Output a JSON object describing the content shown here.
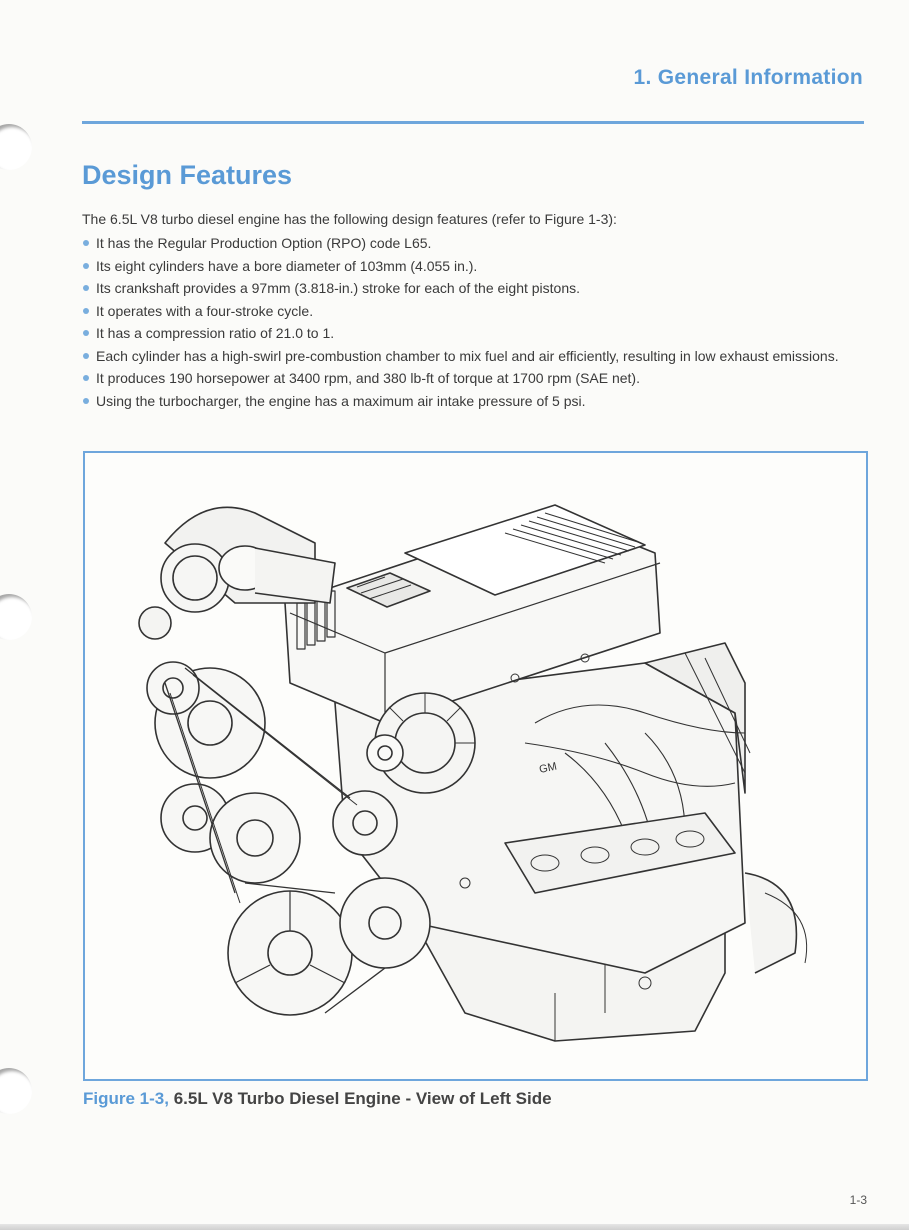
{
  "header": {
    "section": "1. General Information"
  },
  "page_title": "Design Features",
  "intro": "The 6.5L V8 turbo diesel engine has the following design features (refer to Figure 1-3):",
  "features": [
    "It has the Regular Production Option (RPO) code L65.",
    "Its eight cylinders have a bore diameter of 103mm (4.055 in.).",
    "Its crankshaft provides a 97mm (3.818-in.) stroke for each of the eight pistons.",
    "It operates with a four-stroke cycle.",
    "It has a compression ratio of 21.0 to 1.",
    "Each cylinder has a high-swirl pre-combustion chamber to mix fuel and air efficiently, resulting in low exhaust emissions.",
    "It produces 190 horsepower at 3400 rpm, and 380 lb-ft of torque at 1700 rpm (SAE net).",
    "Using the turbocharger, the engine has a maximum air intake pressure of 5 psi."
  ],
  "figure": {
    "label": "Figure 1-3,",
    "title": "6.5L V8 Turbo Diesel Engine - View of Left Side",
    "image_text": "GM"
  },
  "page_number": "1-3",
  "colors": {
    "accent": "#5a9ad6",
    "rule": "#6ea6dc",
    "body_text": "#3a3a3a"
  }
}
